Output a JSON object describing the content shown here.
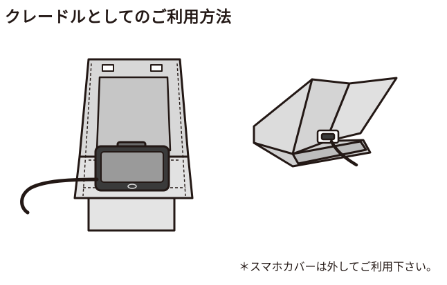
{
  "page": {
    "title": "クレードルとしてのご利用方法",
    "note": "＊スマホカバーは外してご利用下さい。"
  },
  "colors": {
    "ink": "#231815",
    "panel_gray": "#d3d3d3",
    "panel_light": "#e4e4e4",
    "screen_gray": "#c8c8c8",
    "device_dark": "#3a3a3a",
    "background": "#ffffff"
  },
  "illustrations": [
    {
      "id": "front-view",
      "depicts": "tablet-cradle-with-phone-front-view"
    },
    {
      "id": "side-view",
      "depicts": "cradle-side-view-with-cable-plug"
    }
  ]
}
